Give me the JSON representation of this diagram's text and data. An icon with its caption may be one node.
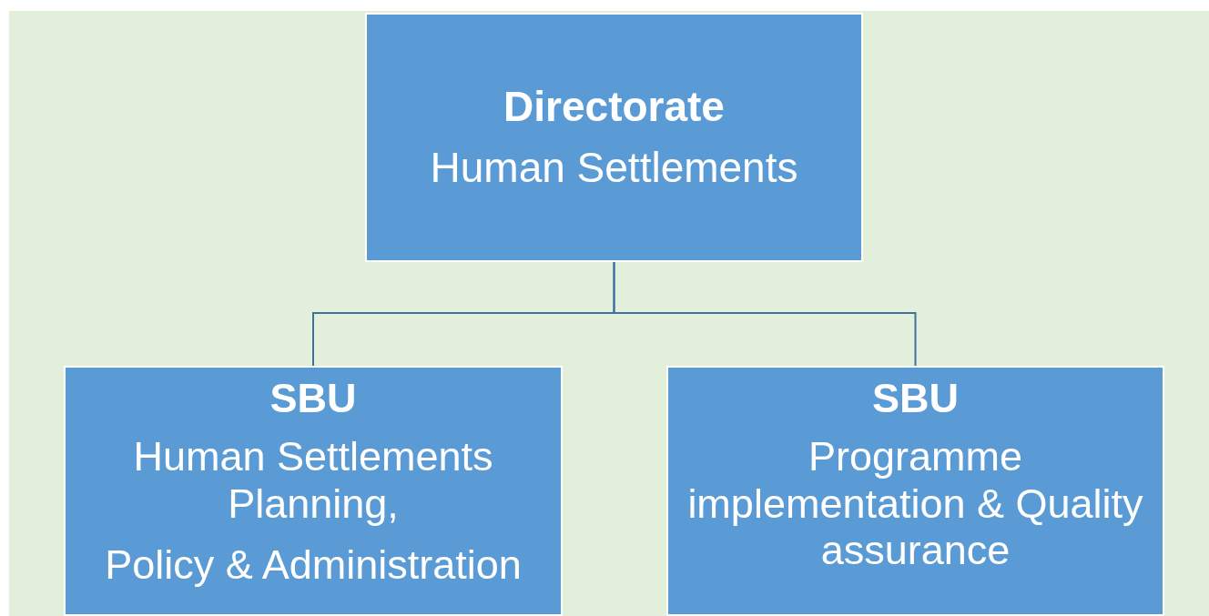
{
  "diagram": {
    "nodes": [
      {
        "text": [
          "Directorate",
          "Human Settlements"
        ]
      },
      {
        "text": [
          "SBU",
          "Human Settlements Planning,",
          "Policy & Administration"
        ]
      },
      {
        "text": [
          "SBU",
          "Programme implementation & Quality assurance"
        ]
      }
    ],
    "edges": [
      {
        "from": 0,
        "to": 1,
        "arrow": "none"
      },
      {
        "from": 0,
        "to": 2,
        "arrow": "none"
      }
    ]
  }
}
